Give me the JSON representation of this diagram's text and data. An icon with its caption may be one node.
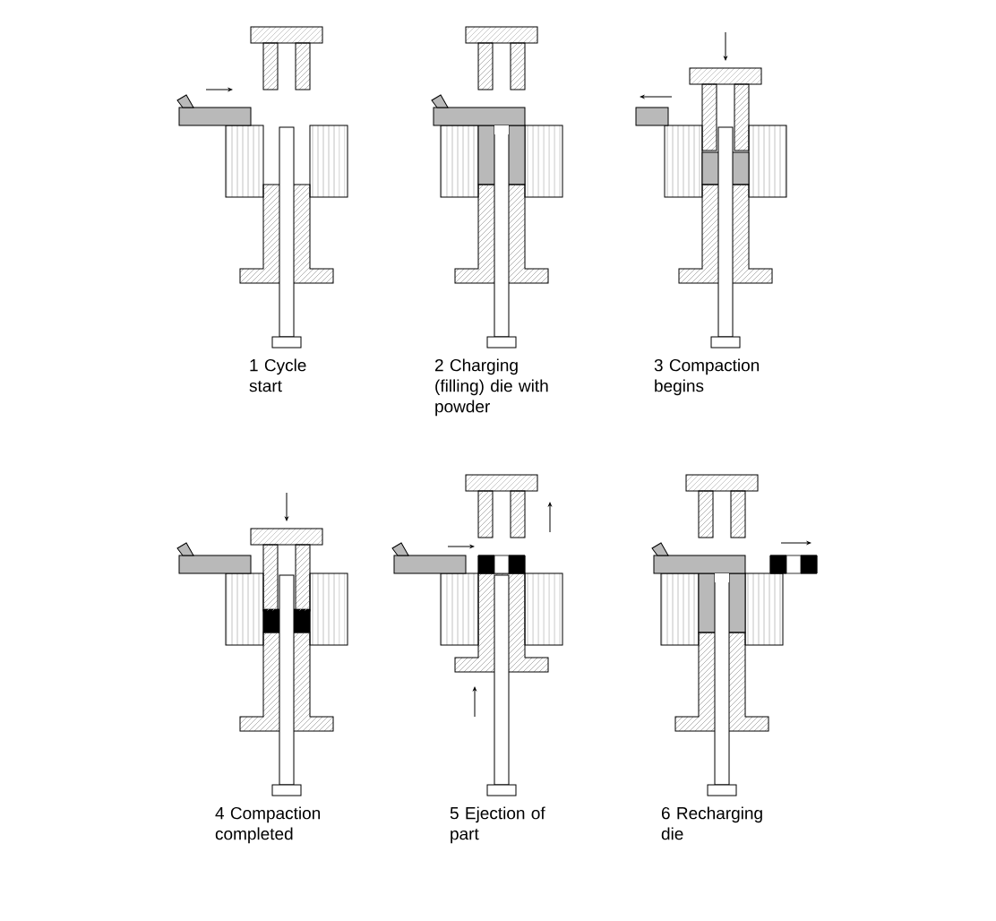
{
  "diagram": {
    "labels": [
      "1 Cycle start",
      "2 Charging (filling) die with powder",
      "3 Compaction begins",
      "4 Compaction completed",
      "5 Ejection of part",
      "6 Recharging die"
    ]
  }
}
